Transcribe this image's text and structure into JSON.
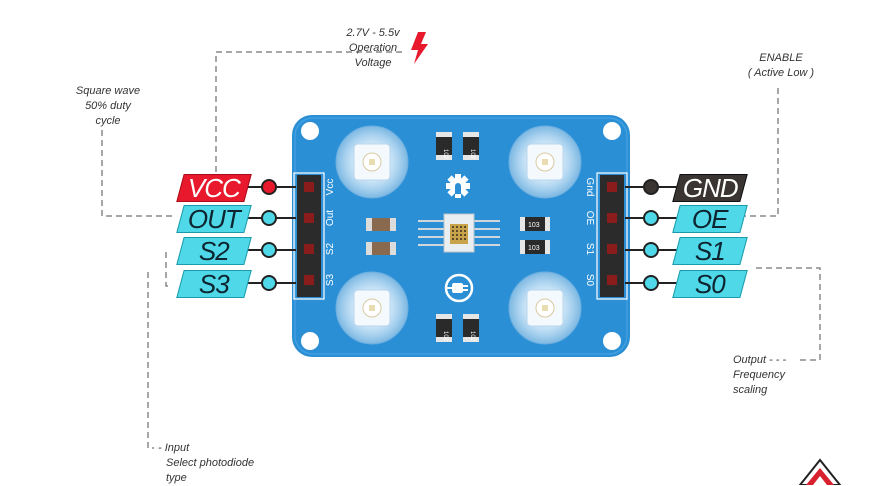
{
  "voltage_note": [
    "2.7V - 5.5v",
    "Operation",
    "Voltage"
  ],
  "square_wave_note": [
    "Square wave",
    "50% duty",
    "cycle"
  ],
  "enable_note": [
    "ENABLE",
    "( Active Low )"
  ],
  "output_note": [
    "Output - - -",
    "Frequency",
    "scaling"
  ],
  "input_note": [
    "- Input",
    "Select photodiode",
    "type"
  ],
  "left_pins": {
    "vcc": "VCC",
    "out": "OUT",
    "s2": "S2",
    "s3": "S3"
  },
  "right_pins": {
    "gnd": "GND",
    "oe": "OE",
    "s1": "S1",
    "s0": "S0"
  },
  "header_left": {
    "vcc": "Vcc",
    "out": "Out",
    "s2": "S2",
    "s3": "S3"
  },
  "header_right": {
    "gnd": "Gnd",
    "oe": "OE",
    "s1": "S1",
    "s0": "S0"
  },
  "resistor_labels": {
    "r1": "103",
    "r2": "103",
    "top1": "102",
    "top2": "102",
    "bot1": "102",
    "bot2": "102"
  },
  "colors": {
    "board": "#2b8fd6",
    "cyan": "#4fd8e8",
    "vcc_red": "#e8192c",
    "gnd_dark": "#3a3533",
    "lightning": "#e8192c"
  }
}
